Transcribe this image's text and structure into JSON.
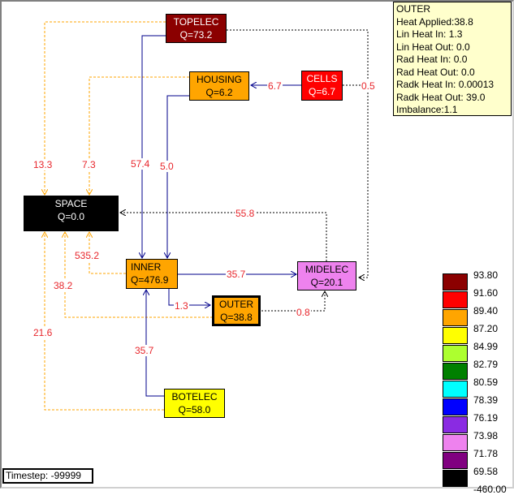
{
  "nodes": {
    "topelec": {
      "name": "TOPELEC",
      "q": "Q=73.2",
      "color": "#8b0000",
      "text_color": "#ffffff"
    },
    "housing": {
      "name": "HOUSING",
      "q": "Q=6.2",
      "color": "#ffa500",
      "text_color": "#000000"
    },
    "cells": {
      "name": "CELLS",
      "q": "Q=6.7",
      "color": "#ff0000",
      "text_color": "#ffffff"
    },
    "space": {
      "name": "SPACE",
      "q": "Q=0.0",
      "color": "#000000",
      "text_color": "#ffffff"
    },
    "inner": {
      "name": "INNER",
      "q": "Q=476.9",
      "color": "#ffa500",
      "text_color": "#000000"
    },
    "midelec": {
      "name": "MIDELEC",
      "q": "Q=20.1",
      "color": "#ee82ee",
      "text_color": "#000000"
    },
    "outer": {
      "name": "OUTER",
      "q": "Q=38.8",
      "color": "#ffa500",
      "text_color": "#000000"
    },
    "botelec": {
      "name": "BOTELEC",
      "q": "Q=58.0",
      "color": "#ffff00",
      "text_color": "#000000"
    }
  },
  "edge_labels": {
    "cells_housing": "6.7",
    "cells_midelec": "0.5",
    "topelec_space": "13.3",
    "housing_space": "7.3",
    "topelec_inner": "57.4",
    "housing_inner": "5.0",
    "midelec_space": "55.8",
    "inner_space": "535.2",
    "inner_midelec": "35.7",
    "outer_space": "38.2",
    "inner_outer": "1.3",
    "outer_midelec": "0.8",
    "botelec_space": "21.6",
    "botelec_inner": "35.7"
  },
  "info": {
    "title": "OUTER",
    "lines": [
      "Heat Applied:38.8",
      "Lin Heat In: 1.3",
      "Lin Heat Out: 0.0",
      "Rad Heat In: 0.0",
      "Rad Heat Out: 0.0",
      "Radk Heat In: 0.00013",
      "Radk Heat Out: 39.0",
      "Imbalance:1.1"
    ]
  },
  "legend": {
    "colors": [
      "#8b0000",
      "#ff0000",
      "#ffa500",
      "#ffff00",
      "#adff2f",
      "#008000",
      "#00ffff",
      "#0000ff",
      "#8a2be2",
      "#ee82ee",
      "#800080",
      "#000000"
    ],
    "values": [
      "93.80",
      "91.60",
      "89.40",
      "87.20",
      "84.99",
      "82.79",
      "80.59",
      "78.39",
      "76.19",
      "73.98",
      "71.78",
      "69.58",
      "-460.00"
    ]
  },
  "edge_colors": {
    "linear": "#00008b",
    "radiation": "#ffa500",
    "radk": "#000000"
  },
  "timestep": "Timestep: -99999"
}
